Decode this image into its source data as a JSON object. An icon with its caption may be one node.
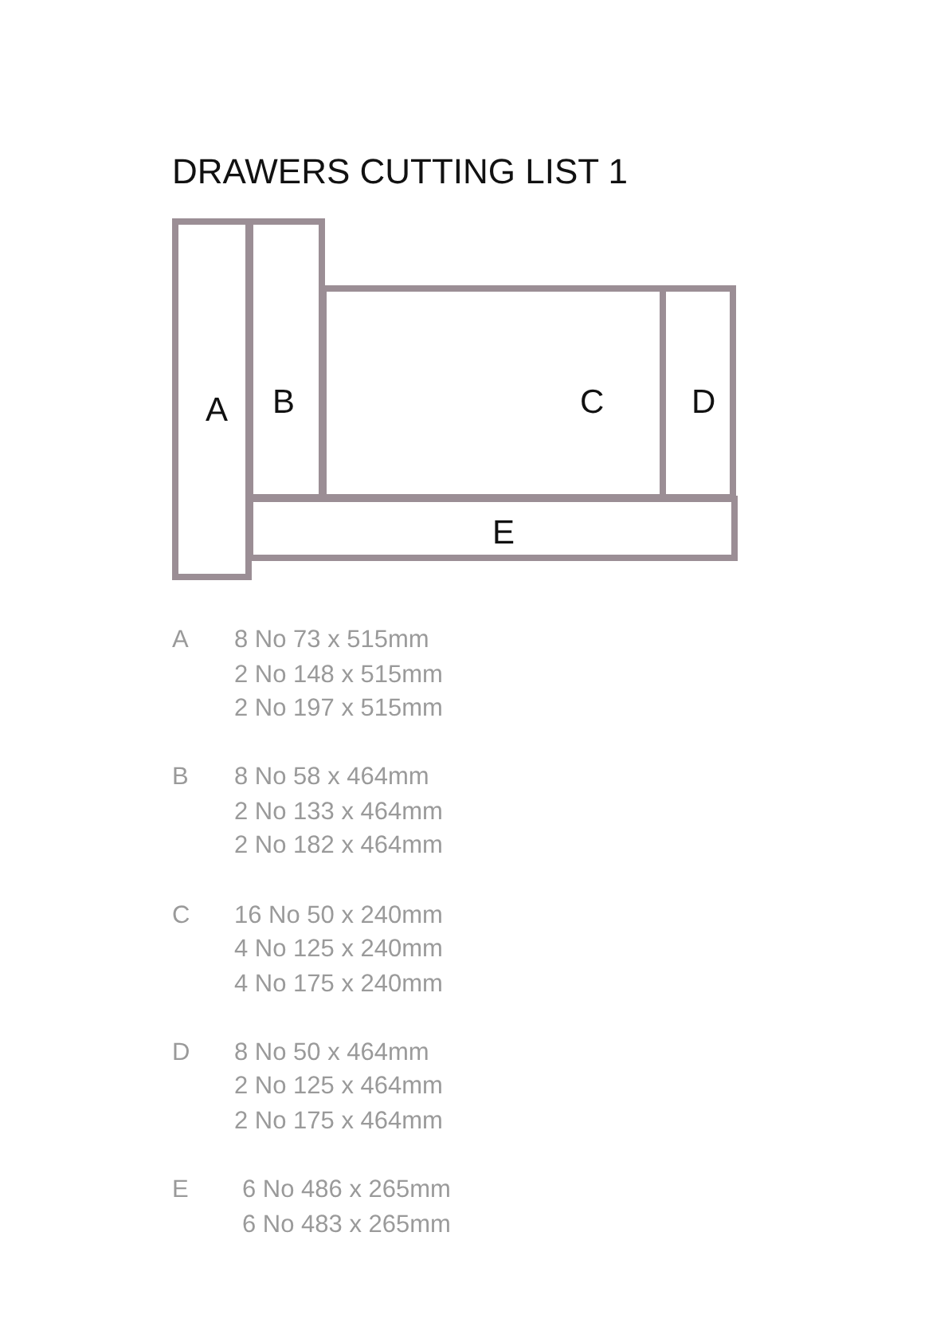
{
  "diagram": {
    "title": "DRAWERS CUTTING LIST 1",
    "nodes": [
      {
        "text": [
          "A"
        ]
      },
      {
        "text": [
          "B"
        ]
      },
      {
        "text": [
          "C"
        ]
      },
      {
        "text": [
          "D"
        ]
      },
      {
        "text": [
          "E"
        ]
      }
    ],
    "labels": [
      "A",
      "8 No 73 x 515mm",
      "2 No 148 x 515mm",
      "2 No 197 x 515mm",
      "B",
      "8 No 58 x 464mm",
      "2 No 133 x 464mm",
      "2 No 182 x 464mm",
      "C",
      "16 No 50 x 240mm",
      "4 No 125 x 240mm",
      "4 No 175 x 240mm",
      "D",
      "8 No 50 x 464mm",
      "2 No 125 x 464mm",
      "2 No 175 x 464mm",
      "E",
      "6 No 486 x 265mm",
      "6 No 483 x 265mm"
    ]
  }
}
